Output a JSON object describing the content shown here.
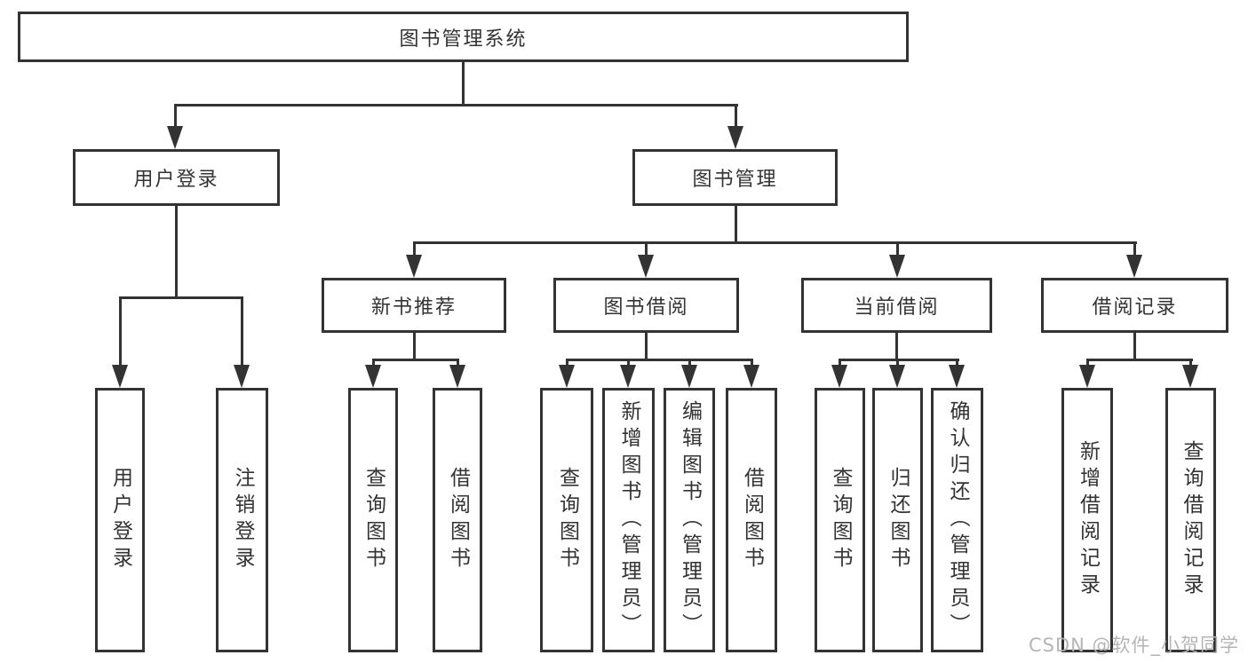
{
  "tree": {
    "label": "图书管理系统",
    "children": [
      {
        "label": "用户登录",
        "children": [
          {
            "label": "用户登录"
          },
          {
            "label": "注销登录"
          }
        ]
      },
      {
        "label": "图书管理",
        "children": [
          {
            "label": "新书推荐",
            "children": [
              {
                "label": "查询图书"
              },
              {
                "label": "借阅图书"
              }
            ]
          },
          {
            "label": "图书借阅",
            "children": [
              {
                "label": "查询图书"
              },
              {
                "label": "新增图书（管理员）"
              },
              {
                "label": "编辑图书（管理员）"
              },
              {
                "label": "借阅图书"
              }
            ]
          },
          {
            "label": "当前借阅",
            "children": [
              {
                "label": "查询图书"
              },
              {
                "label": "归还图书"
              },
              {
                "label": "确认归还（管理员）"
              }
            ]
          },
          {
            "label": "借阅记录",
            "children": [
              {
                "label": "新增借阅记录"
              },
              {
                "label": "查询借阅记录"
              }
            ]
          }
        ]
      }
    ]
  },
  "watermark": "CSDN @软件_小贺同学",
  "colors": {
    "line": "#333333",
    "text": "#333333",
    "watermark": "#b5b5b5",
    "background": "#ffffff"
  }
}
